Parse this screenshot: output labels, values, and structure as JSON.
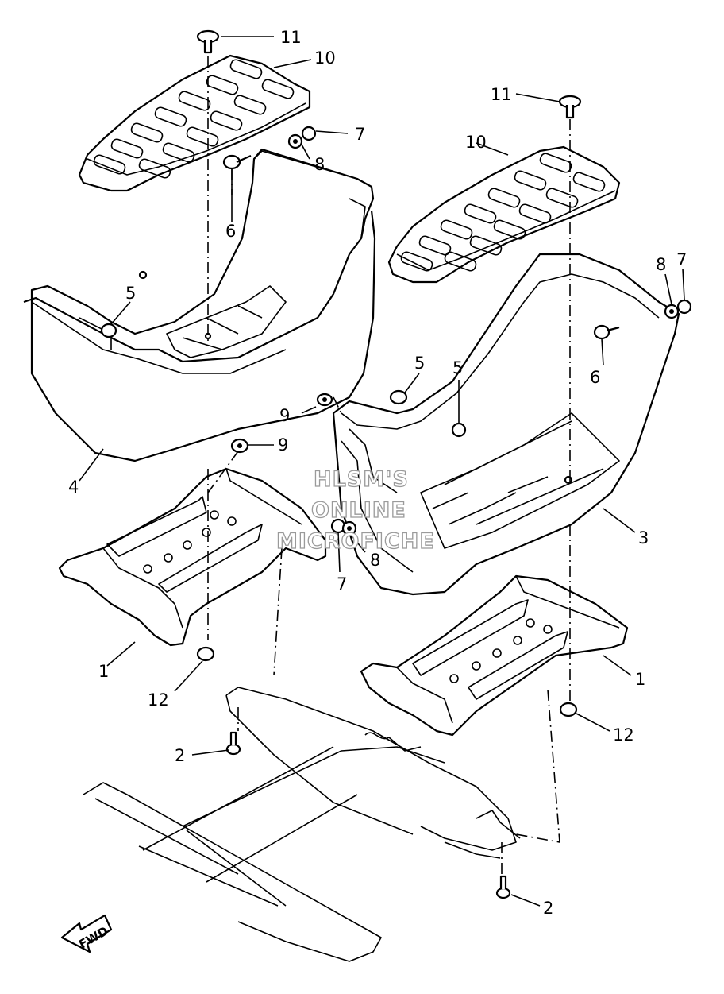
{
  "diagram": {
    "callouts": [
      "11",
      "10",
      "7",
      "8",
      "6",
      "5",
      "4",
      "9",
      "1",
      "12",
      "2",
      "11",
      "10",
      "7",
      "8",
      "6",
      "5",
      "5",
      "9",
      "3",
      "8",
      "7",
      "1",
      "12",
      "2"
    ],
    "watermark": [
      "HLSM'S",
      "ONLINE",
      "MICROFICHE"
    ],
    "direction_label": "FWD"
  }
}
